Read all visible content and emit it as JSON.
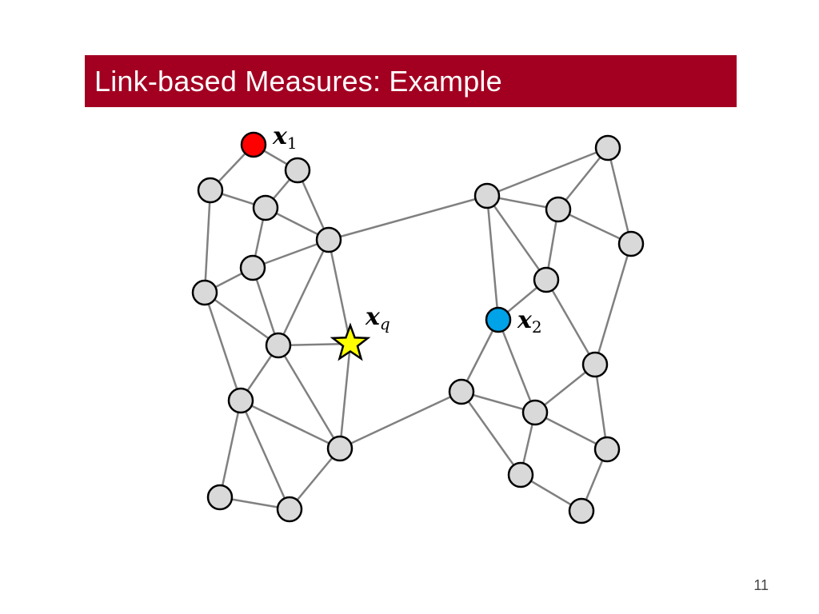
{
  "slide": {
    "title": "Link-based Measures: Example",
    "page_number": "11"
  },
  "labels": {
    "x1_main": "x",
    "x1_sub": "1",
    "x2_main": "x",
    "x2_sub": "2",
    "xq_main": "x",
    "xq_sub": "q"
  },
  "colors": {
    "title_bar": "#a30021",
    "node_fill": "#d9d9d9",
    "node_stroke": "#000000",
    "edge": "#808080",
    "x1_fill": "#ff0000",
    "x2_fill": "#00a2e8",
    "query_star_fill": "#ffff00"
  }
}
